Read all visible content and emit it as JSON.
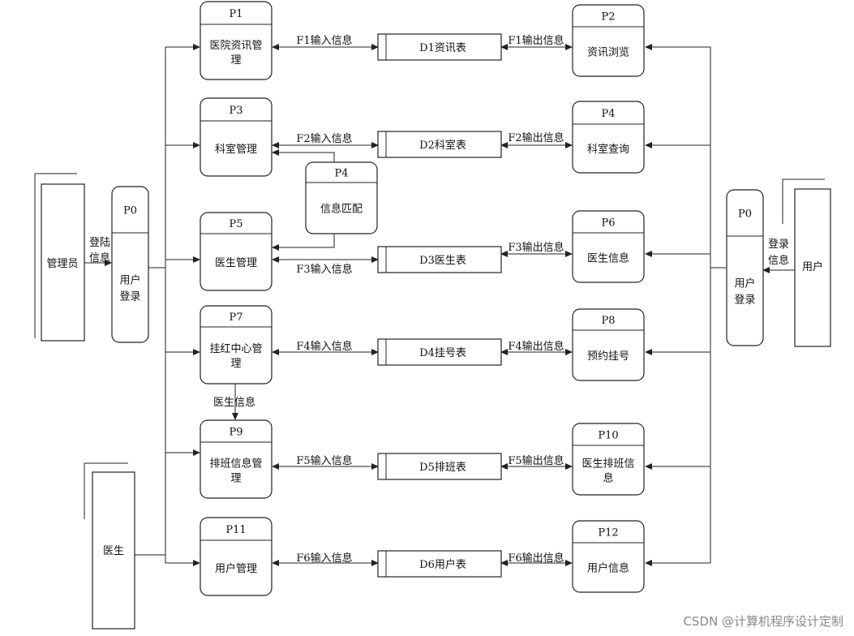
{
  "processes": {
    "p0_left": {
      "id": "P0",
      "name": [
        "用户",
        "登录"
      ]
    },
    "p0_right": {
      "id": "P0",
      "name": [
        "用户",
        "登录"
      ]
    },
    "p1": {
      "id": "P1",
      "name": [
        "医院资讯管",
        "理"
      ]
    },
    "p2": {
      "id": "P2",
      "name": [
        "资讯浏览"
      ]
    },
    "p3": {
      "id": "P3",
      "name": [
        "科室管理"
      ]
    },
    "p4_right": {
      "id": "P4",
      "name": [
        "科室查询"
      ]
    },
    "p4_mid": {
      "id": "P4",
      "name": [
        "信息匹配"
      ]
    },
    "p5": {
      "id": "P5",
      "name": [
        "医生管理"
      ]
    },
    "p6": {
      "id": "P6",
      "name": [
        "医生信息"
      ]
    },
    "p7": {
      "id": "P7",
      "name": [
        "挂红中心管",
        "理"
      ]
    },
    "p8": {
      "id": "P8",
      "name": [
        "预约挂号"
      ]
    },
    "p9": {
      "id": "P9",
      "name": [
        "排班信息管",
        "理"
      ]
    },
    "p10": {
      "id": "P10",
      "name": [
        "医生排班信",
        "息"
      ]
    },
    "p11": {
      "id": "P11",
      "name": [
        "用户管理"
      ]
    },
    "p12": {
      "id": "P12",
      "name": [
        "用户信息"
      ]
    }
  },
  "data_stores": [
    "D1资讯表",
    "D2科室表",
    "D3医生表",
    "D4挂号表",
    "D5排班表",
    "D6用户表"
  ],
  "entities": {
    "admin": "管理员",
    "user": "用户",
    "doctor": "医生"
  },
  "flows": {
    "inputs": [
      "F1输入信息",
      "F2输入信息",
      "F3输入信息",
      "F4输入信息",
      "F5输入信息",
      "F6输入信息"
    ],
    "outputs": [
      "F1输出信息",
      "F2输出信息",
      "F3输出信息",
      "F4输出信息",
      "F5输出信息",
      "F6输出信息"
    ],
    "admin_login": [
      "登陆",
      "信息"
    ],
    "user_login": [
      "登录",
      "信息"
    ],
    "doctor_info": "医生信息"
  },
  "watermark": "CSDN @计算机程序设计定制"
}
